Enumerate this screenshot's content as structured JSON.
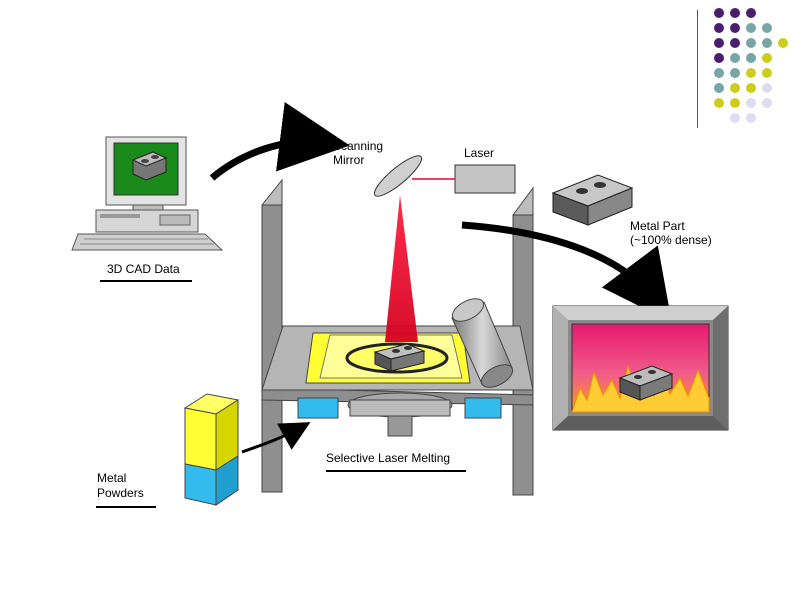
{
  "labels": {
    "cad": "3D CAD Data",
    "scanning_mirror_1": "Scanning",
    "scanning_mirror_2": "Mirror",
    "laser": "Laser",
    "metal_part_1": "Metal Part",
    "metal_part_2": "(~100% dense)",
    "sls": "Selective Laser Melting",
    "powders_1": "Metal",
    "powders_2": "Powders"
  },
  "colors": {
    "purple": "#4b1d6e",
    "teal": "#78a6a6",
    "yellow": "#cdcd1c",
    "lavender": "#dedcf0",
    "laser_red": "#e8002a",
    "powder_yellow": "#ffff33",
    "powder_blue": "#33bbee",
    "frame_gray": "#9a9a9a",
    "screen_green": "#1a8a1a"
  },
  "decor_dots": [
    [
      "purple",
      "purple",
      "purple",
      ""
    ],
    [
      "purple",
      "purple",
      "teal",
      "teal"
    ],
    [
      "purple",
      "purple",
      "teal",
      "teal",
      "yellow"
    ],
    [
      "purple",
      "teal",
      "teal",
      "yellow",
      ""
    ],
    [
      "teal",
      "teal",
      "yellow",
      "yellow",
      ""
    ],
    [
      "teal",
      "yellow",
      "yellow",
      "lavender",
      ""
    ],
    [
      "yellow",
      "yellow",
      "lavender",
      "lavender",
      ""
    ],
    [
      "",
      "lavender",
      "lavender",
      ""
    ]
  ]
}
